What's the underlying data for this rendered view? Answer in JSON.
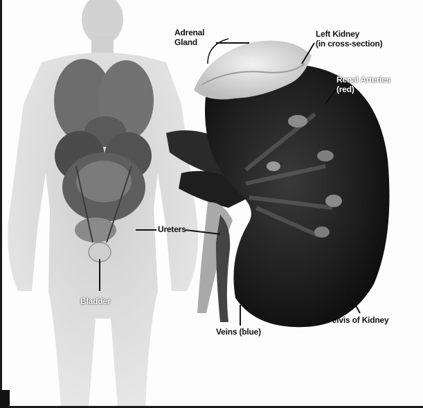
{
  "labels": {
    "adrenal_gland": {
      "line1": "Adrenal",
      "line2": "Gland"
    },
    "left_kidney": {
      "line1": "Left Kidney",
      "line2": "(in cross-section)"
    },
    "renal_arteries": {
      "line1": "Renal Arteries",
      "line2": "(red)"
    },
    "ureters": "Ureters",
    "bladder": "Bladder",
    "veins": "Veins (blue)",
    "pelvis": "Pelvis of Kidney"
  }
}
